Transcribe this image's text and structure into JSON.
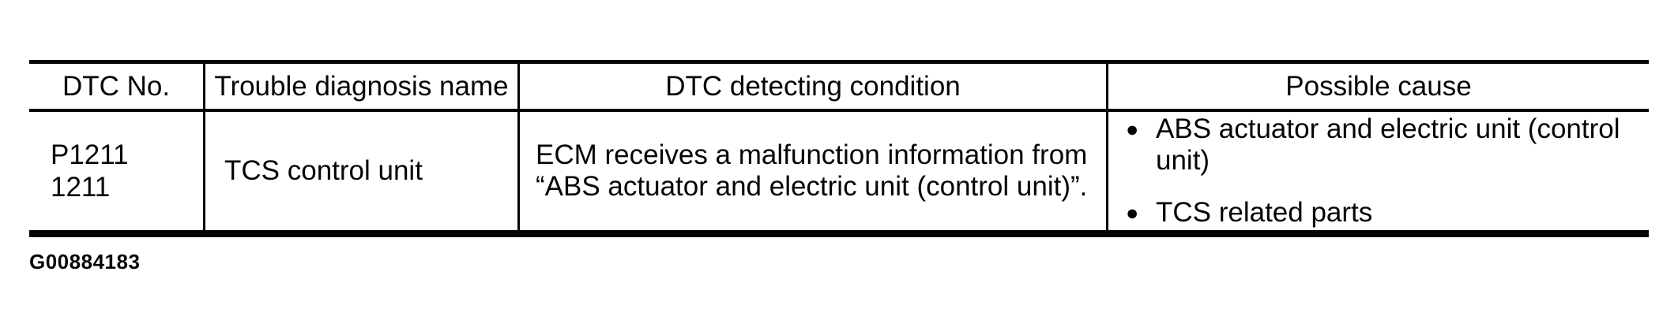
{
  "table": {
    "headers": {
      "dtc_no": "DTC No.",
      "trouble_diagnosis_name": "Trouble diagnosis name",
      "dtc_detecting_condition": "DTC detecting condition",
      "possible_cause": "Possible cause"
    },
    "row": {
      "dtc_no_lines": [
        "P1211",
        "1211"
      ],
      "trouble_diagnosis_name": "TCS control unit",
      "dtc_detecting_condition_lines": [
        "ECM receives a malfunction information from",
        "“ABS actuator and electric unit (control unit)”."
      ],
      "possible_causes": [
        "ABS actuator and electric unit (control unit)",
        "TCS related parts"
      ],
      "bullet_icon": "●"
    }
  },
  "caption": "G00884183",
  "colors": {
    "ink": "#050505",
    "paper": "#ffffff"
  }
}
